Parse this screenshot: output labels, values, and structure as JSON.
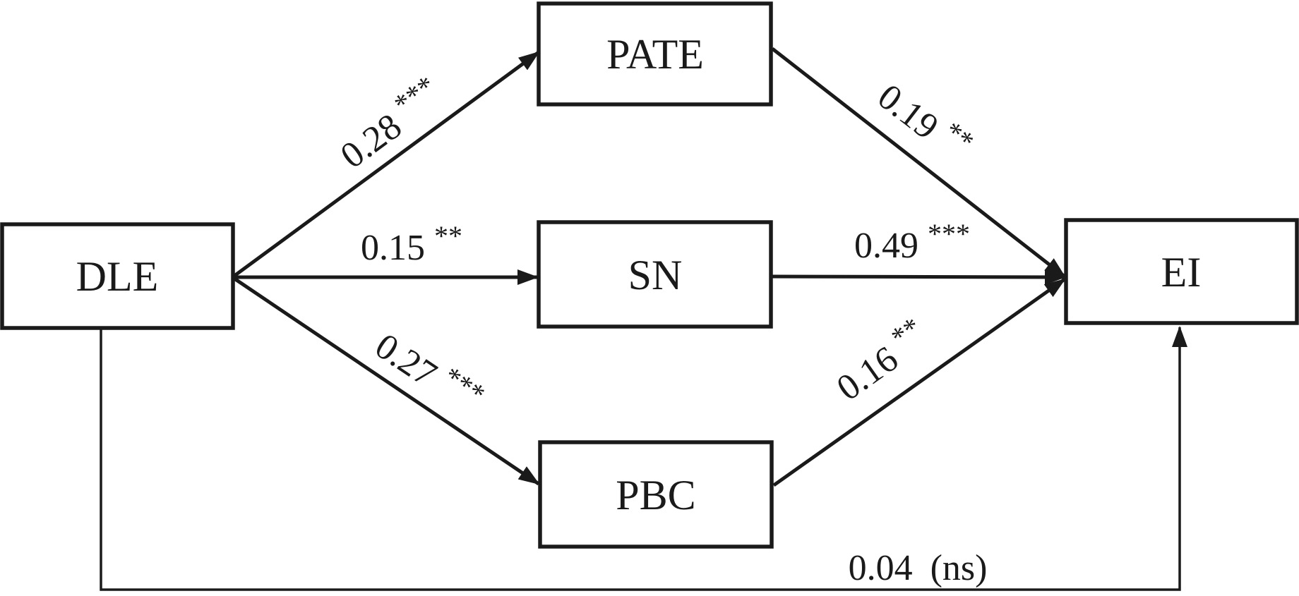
{
  "diagram": {
    "type": "path-model",
    "background_color": "#ffffff",
    "line_color": "#1a1a1a",
    "nodes": [
      {
        "id": "DLE",
        "label": "DLE"
      },
      {
        "id": "PATE",
        "label": "PATE"
      },
      {
        "id": "SN",
        "label": "SN"
      },
      {
        "id": "PBC",
        "label": "PBC"
      },
      {
        "id": "EI",
        "label": "EI"
      }
    ],
    "paths": [
      {
        "from": "DLE",
        "to": "PATE",
        "coefficient": "0.28",
        "significance": "***"
      },
      {
        "from": "DLE",
        "to": "SN",
        "coefficient": "0.15",
        "significance": "**"
      },
      {
        "from": "DLE",
        "to": "PBC",
        "coefficient": "0.27",
        "significance": "***"
      },
      {
        "from": "PATE",
        "to": "EI",
        "coefficient": "0.19",
        "significance": "**"
      },
      {
        "from": "SN",
        "to": "EI",
        "coefficient": "0.49",
        "significance": "***"
      },
      {
        "from": "PBC",
        "to": "EI",
        "coefficient": "0.16",
        "significance": "**"
      },
      {
        "from": "DLE",
        "to": "EI",
        "coefficient": "0.04",
        "significance": "(ns)"
      }
    ]
  }
}
